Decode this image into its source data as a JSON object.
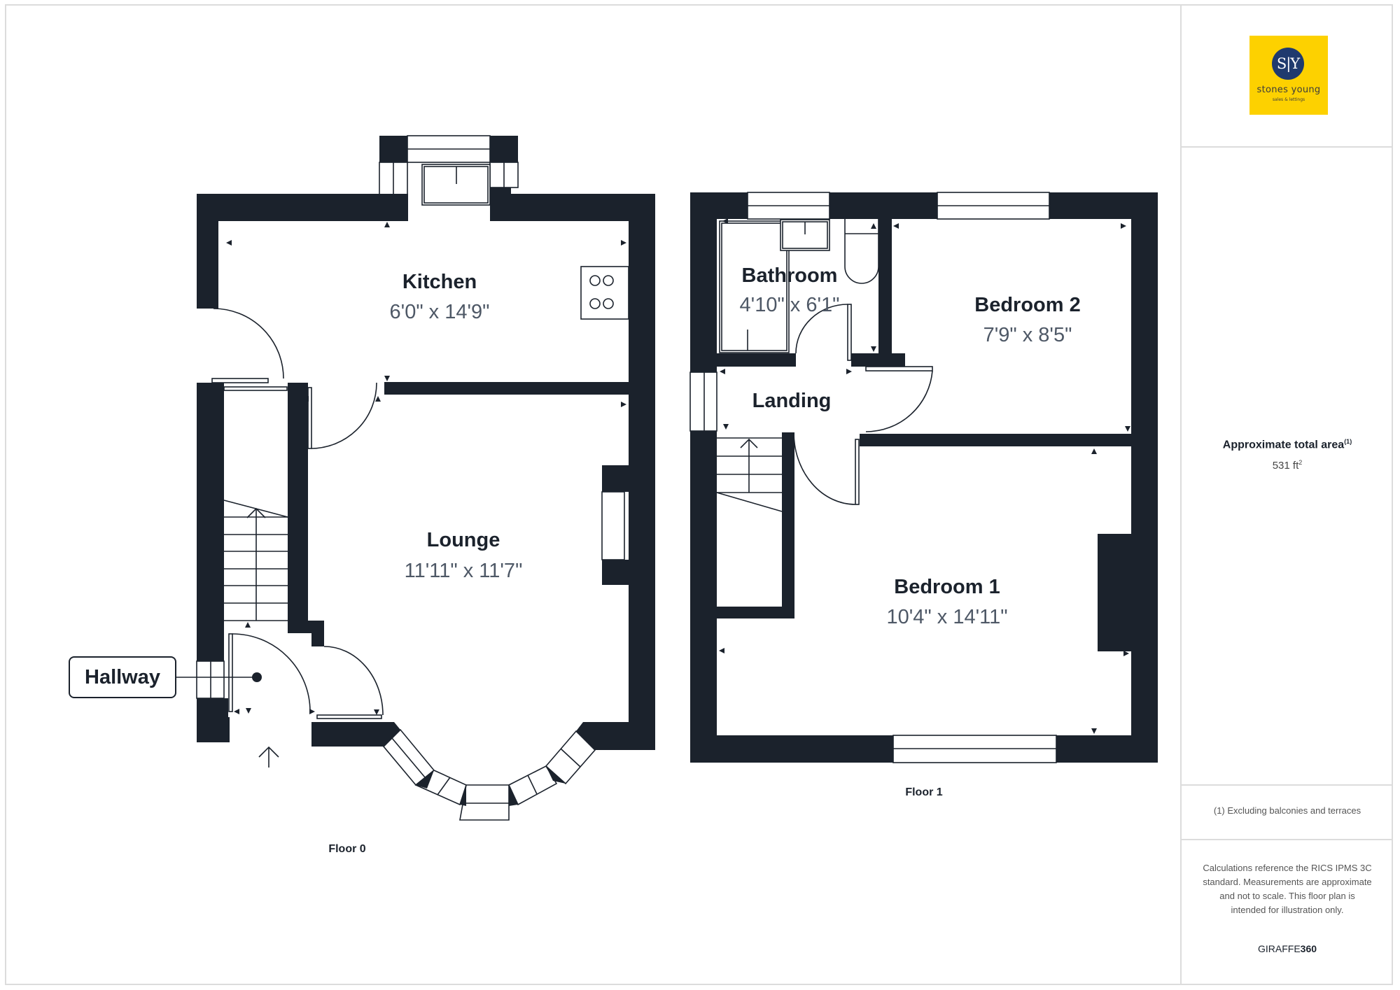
{
  "floors": [
    {
      "label": "Floor 0",
      "rooms": [
        {
          "name": "Kitchen",
          "dimensions": "6'0\" x 14'9\""
        },
        {
          "name": "Lounge",
          "dimensions": "11'11\" x 11'7\""
        },
        {
          "name": "Hallway",
          "dimensions": ""
        }
      ]
    },
    {
      "label": "Floor 1",
      "rooms": [
        {
          "name": "Bathroom",
          "dimensions": "4'10\" x 6'1\""
        },
        {
          "name": "Bedroom 2",
          "dimensions": "7'9\" x 8'5\""
        },
        {
          "name": "Landing",
          "dimensions": ""
        },
        {
          "name": "Bedroom 1",
          "dimensions": "10'4\" x 14'11\""
        }
      ]
    }
  ],
  "sidebar": {
    "logo": {
      "monogram": "S|Y",
      "name": "stones young",
      "tagline": "sales & lettings",
      "bg_color": "#fdd100",
      "circle_color": "#1f3a6e"
    },
    "area": {
      "title": "Approximate total area",
      "title_note": "(1)",
      "value": "531 ft",
      "unit_sup": "2"
    },
    "footnote": "(1) Excluding balconies and terraces",
    "disclaimer": "Calculations reference the RICS IPMS 3C standard. Measurements are approximate and not to scale. This floor plan is intended for illustration only.",
    "brand": {
      "prefix": "GIRAFFE",
      "suffix": "360"
    }
  },
  "colors": {
    "wall": "#1b222c",
    "border": "#dcdcdc"
  }
}
